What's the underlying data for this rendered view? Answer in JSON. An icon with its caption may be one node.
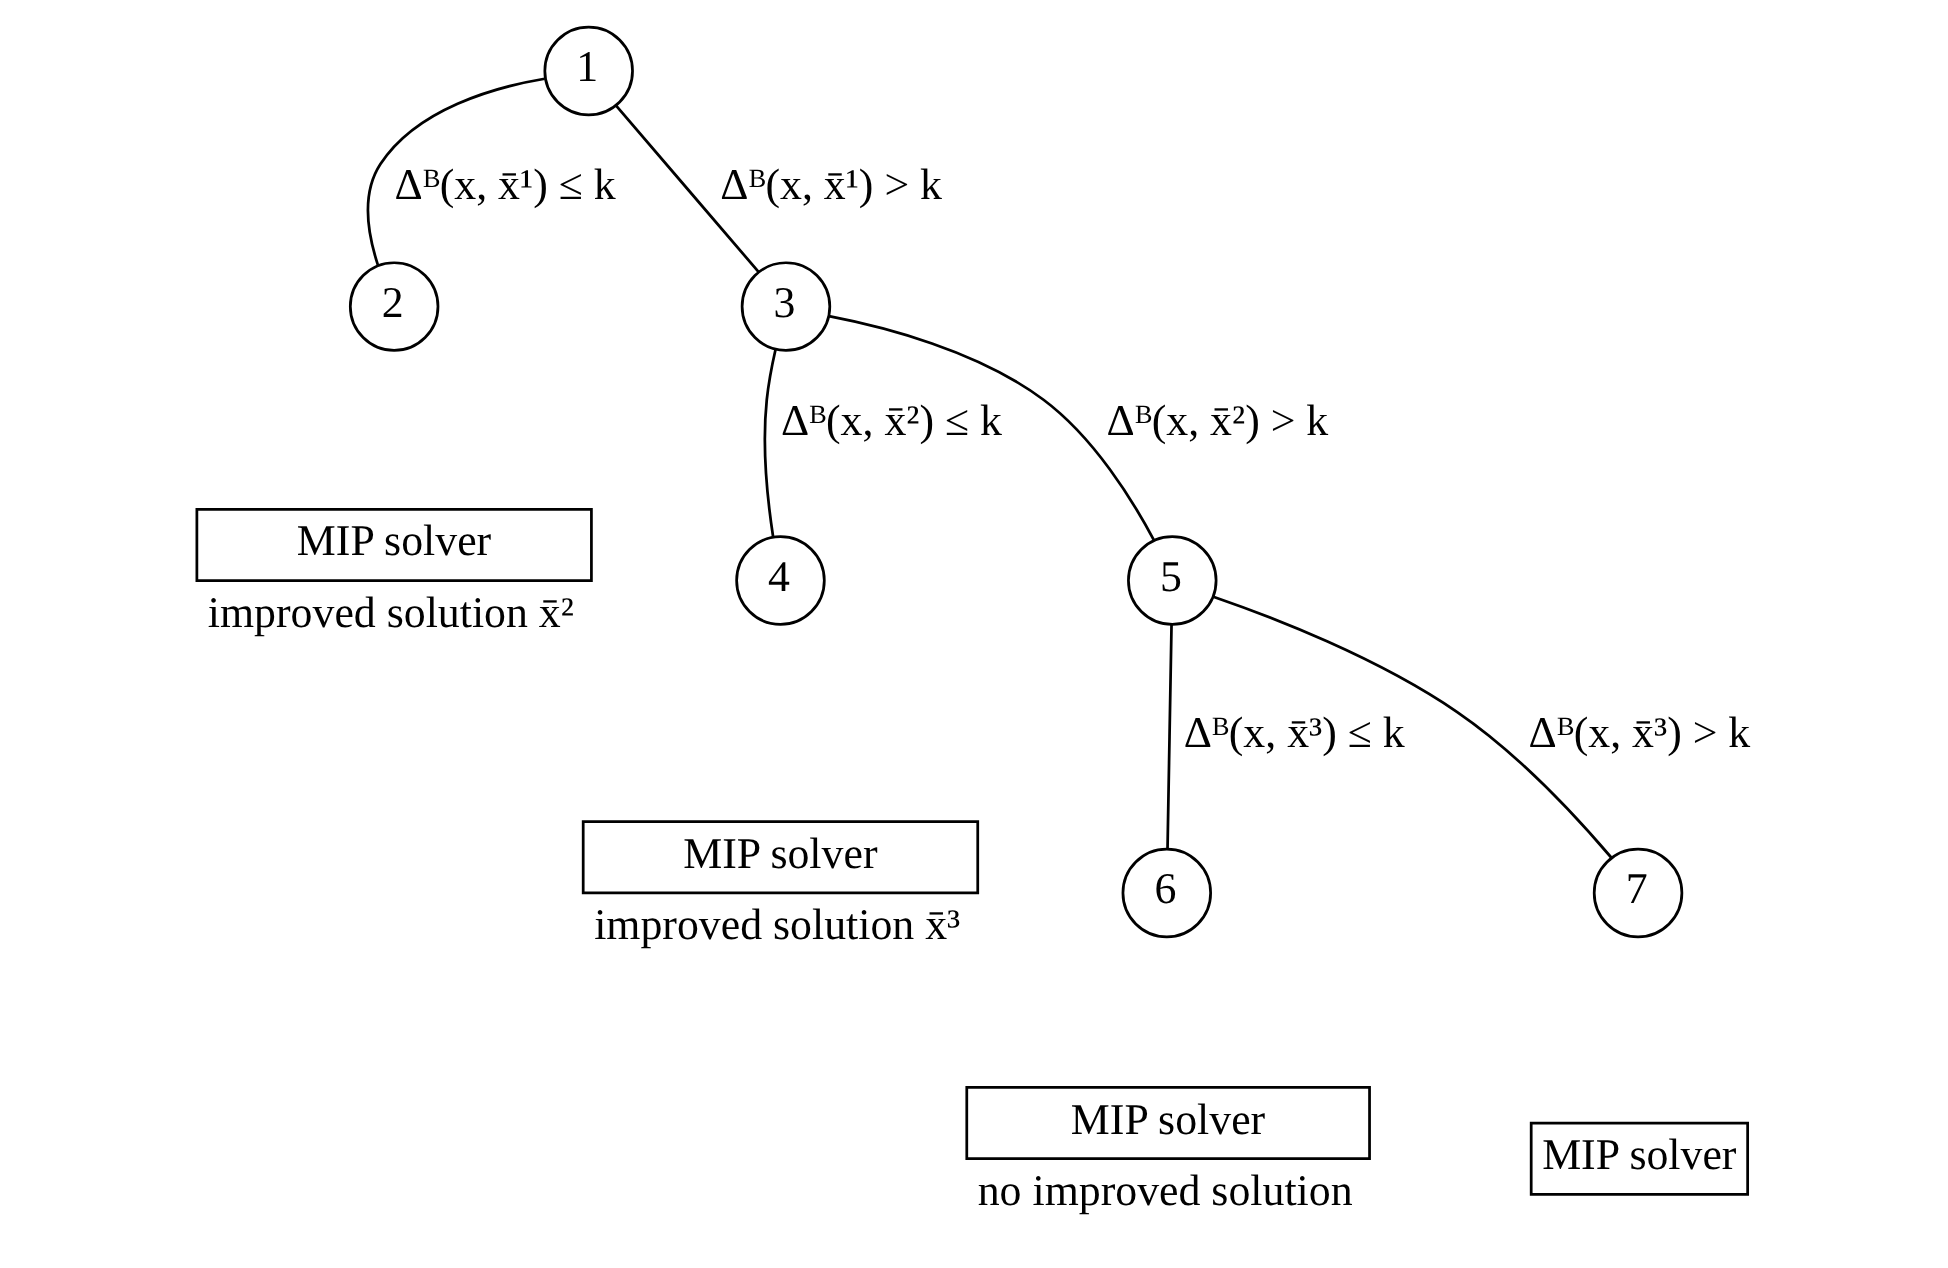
{
  "diagram": {
    "nodes": [
      {
        "text": [
          "1"
        ]
      },
      {
        "text": [
          "2"
        ]
      },
      {
        "text": [
          "MIP solver"
        ],
        "beside": [
          "improved solution x̄²"
        ]
      },
      {
        "text": [
          "3"
        ]
      },
      {
        "text": [
          "4"
        ]
      },
      {
        "text": [
          "MIP solver"
        ],
        "beside": [
          "improved solution x̄³"
        ]
      },
      {
        "text": [
          "5"
        ]
      },
      {
        "text": [
          "6"
        ]
      },
      {
        "text": [
          "MIP solver"
        ],
        "beside": [
          "no improved solution"
        ]
      },
      {
        "text": [
          "7"
        ]
      },
      {
        "text": [
          "MIP solver"
        ]
      }
    ],
    "edges": [
      {
        "from": 0,
        "to": 1,
        "arrow": "none",
        "label": "Δᴮ(x, x̄¹) ≤ k"
      },
      {
        "from": 0,
        "to": 3,
        "arrow": "none",
        "label": "Δᴮ(x, x̄¹) > k"
      },
      {
        "from": 3,
        "to": 4,
        "arrow": "none",
        "label": "Δᴮ(x, x̄²) ≤ k"
      },
      {
        "from": 3,
        "to": 6,
        "arrow": "none",
        "label": "Δᴮ(x, x̄²) > k"
      },
      {
        "from": 6,
        "to": 7,
        "arrow": "none",
        "label": "Δᴮ(x, x̄³) ≤ k"
      },
      {
        "from": 6,
        "to": 9,
        "arrow": "none",
        "label": "Δᴮ(x, x̄³) > k"
      }
    ]
  }
}
